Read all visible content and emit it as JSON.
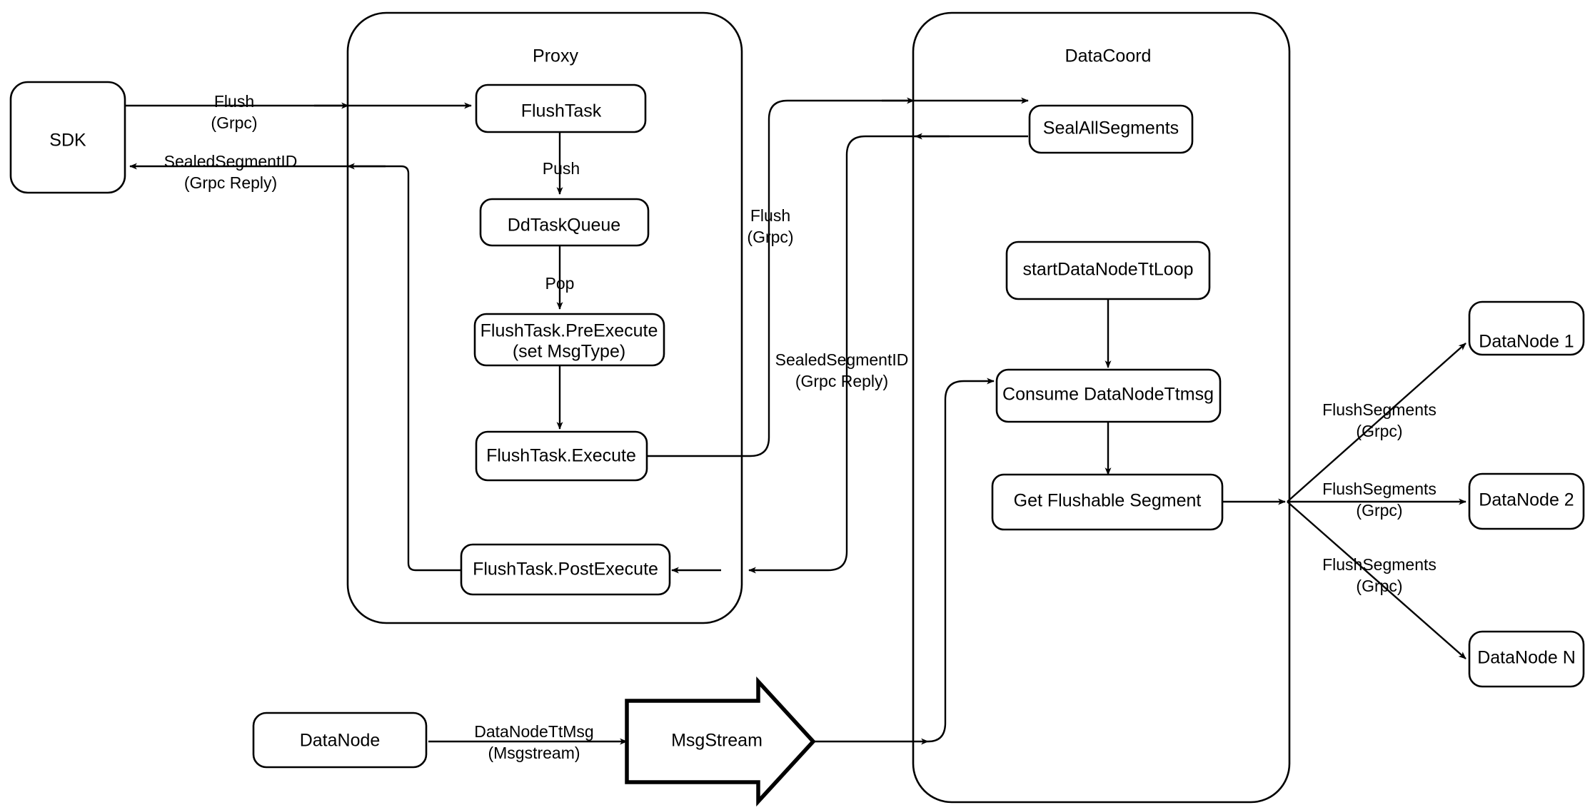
{
  "diagram": {
    "title": "Milvus Flush Sequence Flow",
    "background_color": "#ffffff",
    "stroke_color": "#000000"
  },
  "containers": {
    "proxy": {
      "label": "Proxy"
    },
    "datacoord": {
      "label": "DataCoord"
    }
  },
  "nodes": {
    "sdk": {
      "label": "SDK"
    },
    "flush_task": {
      "label": "FlushTask"
    },
    "dd_task_queue": {
      "label": "DdTaskQueue"
    },
    "pre_execute_line1": {
      "label": "FlushTask.PreExecute"
    },
    "pre_execute_line2": {
      "label": "(set MsgType)"
    },
    "execute": {
      "label": "FlushTask.Execute"
    },
    "post_execute": {
      "label": "FlushTask.PostExecute"
    },
    "seal_all_segments": {
      "label": "SealAllSegments"
    },
    "start_tt_loop": {
      "label": "startDataNodeTtLoop"
    },
    "consume_ttmsg": {
      "label": "Consume DataNodeTtmsg"
    },
    "get_flushable_segment": {
      "label": "Get Flushable Segment"
    },
    "datanode_bottom": {
      "label": "DataNode"
    },
    "msgstream": {
      "label": "MsgStream"
    },
    "datanode_1": {
      "label": "DataNode 1"
    },
    "datanode_2": {
      "label": "DataNode 2"
    },
    "datanode_n": {
      "label": "DataNode N"
    }
  },
  "edge_labels": {
    "sdk_to_proxy_l1": {
      "label": "Flush"
    },
    "sdk_to_proxy_l2": {
      "label": "(Grpc)"
    },
    "proxy_to_sdk_l1": {
      "label": "SealedSegmentID"
    },
    "proxy_to_sdk_l2": {
      "label": "(Grpc Reply)"
    },
    "push": {
      "label": "Push"
    },
    "pop": {
      "label": "Pop"
    },
    "proxy_to_coord_l1": {
      "label": "Flush"
    },
    "proxy_to_coord_l2": {
      "label": "(Grpc)"
    },
    "coord_to_proxy_l1": {
      "label": "SealedSegmentID"
    },
    "coord_to_proxy_l2": {
      "label": "(Grpc Reply)"
    },
    "datanode_ttmsg_l1": {
      "label": "DataNodeTtMsg"
    },
    "datanode_ttmsg_l2": {
      "label": "(Msgstream)"
    },
    "flush_segments_1_l1": {
      "label": "FlushSegments"
    },
    "flush_segments_1_l2": {
      "label": "(Grpc)"
    },
    "flush_segments_2_l1": {
      "label": "FlushSegments"
    },
    "flush_segments_2_l2": {
      "label": "(Grpc)"
    },
    "flush_segments_n_l1": {
      "label": "FlushSegments"
    },
    "flush_segments_n_l2": {
      "label": "(Grpc)"
    }
  }
}
